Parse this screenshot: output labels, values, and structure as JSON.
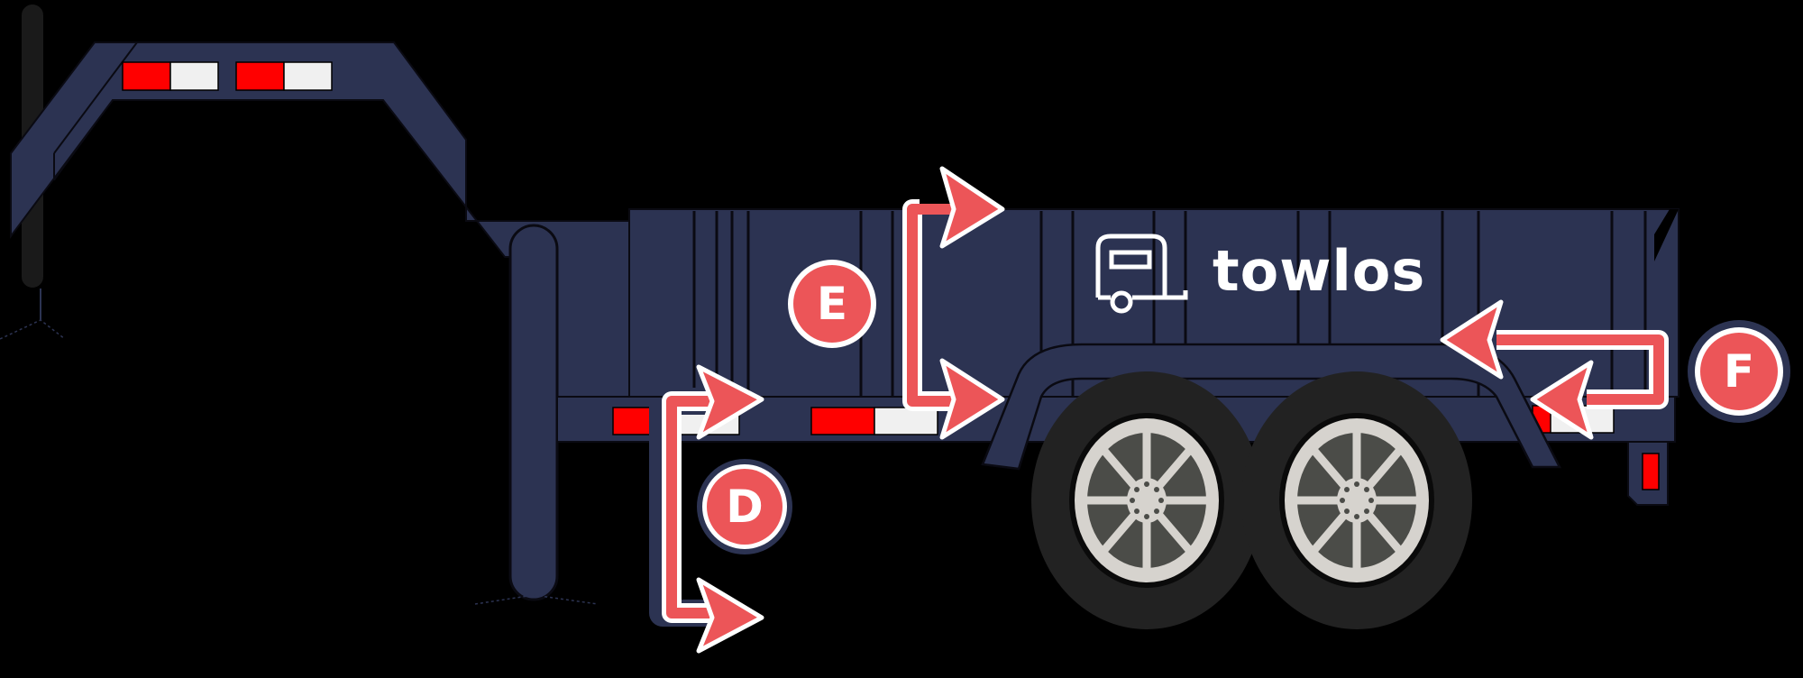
{
  "brand": {
    "name": "towlos",
    "logo_icon": "camper-trailer-icon"
  },
  "subject": "gooseneck-dump-trailer",
  "callouts": [
    {
      "label": "D",
      "description": "arrows pointing to lower front frame and ground"
    },
    {
      "label": "E",
      "description": "arrows pointing to top and bottom of dump box side"
    },
    {
      "label": "F",
      "description": "arrows pointing to fender top and rear reflector"
    }
  ],
  "colors": {
    "background": "#000000",
    "trailer_body": "#2c3352",
    "outline": "#0a0a12",
    "reflector_red": "#ff0000",
    "reflector_white": "#f0f0f0",
    "callout_red": "#ec5558",
    "callout_outline": "#ffffff",
    "tire": "#222222",
    "rim": "#d6d3ce",
    "rim_spoke_gap": "#4b4c48",
    "jack_post": "#1a1a1a"
  }
}
